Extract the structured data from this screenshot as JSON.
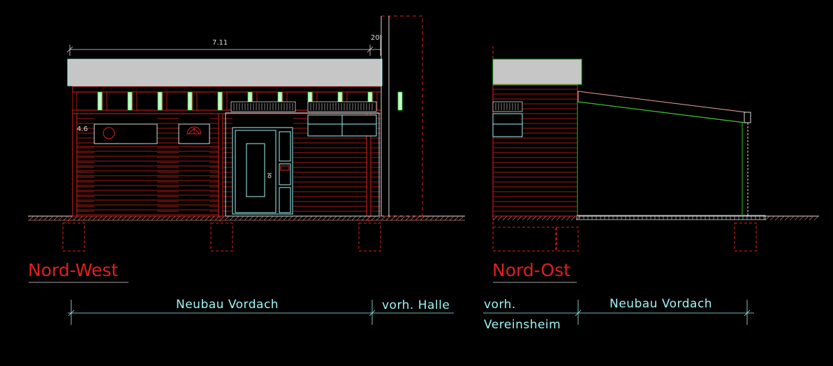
{
  "colors": {
    "background": "#000000",
    "red": "#e0201e",
    "cyan": "#9ff5f5",
    "white": "#dcdcdc",
    "green": "#22cc22",
    "roof_fill": "#c6c6c6",
    "pink": "#f0a0a0",
    "hatch": "#c07a6a"
  },
  "views": {
    "west": {
      "title": "Nord-West"
    },
    "east": {
      "title": "Nord-Ost"
    }
  },
  "dimensions": {
    "overall_width": "7.11",
    "wall_offset": "20",
    "height_mark": "4.6"
  },
  "labels": {
    "new_canopy_left": "Neubau Vordach",
    "existing_hall": "vorh. Halle",
    "existing_clubhouse_line1": "vorh.",
    "existing_clubhouse_line2": "Vereinsheim",
    "new_canopy_right": "Neubau Vordach"
  }
}
